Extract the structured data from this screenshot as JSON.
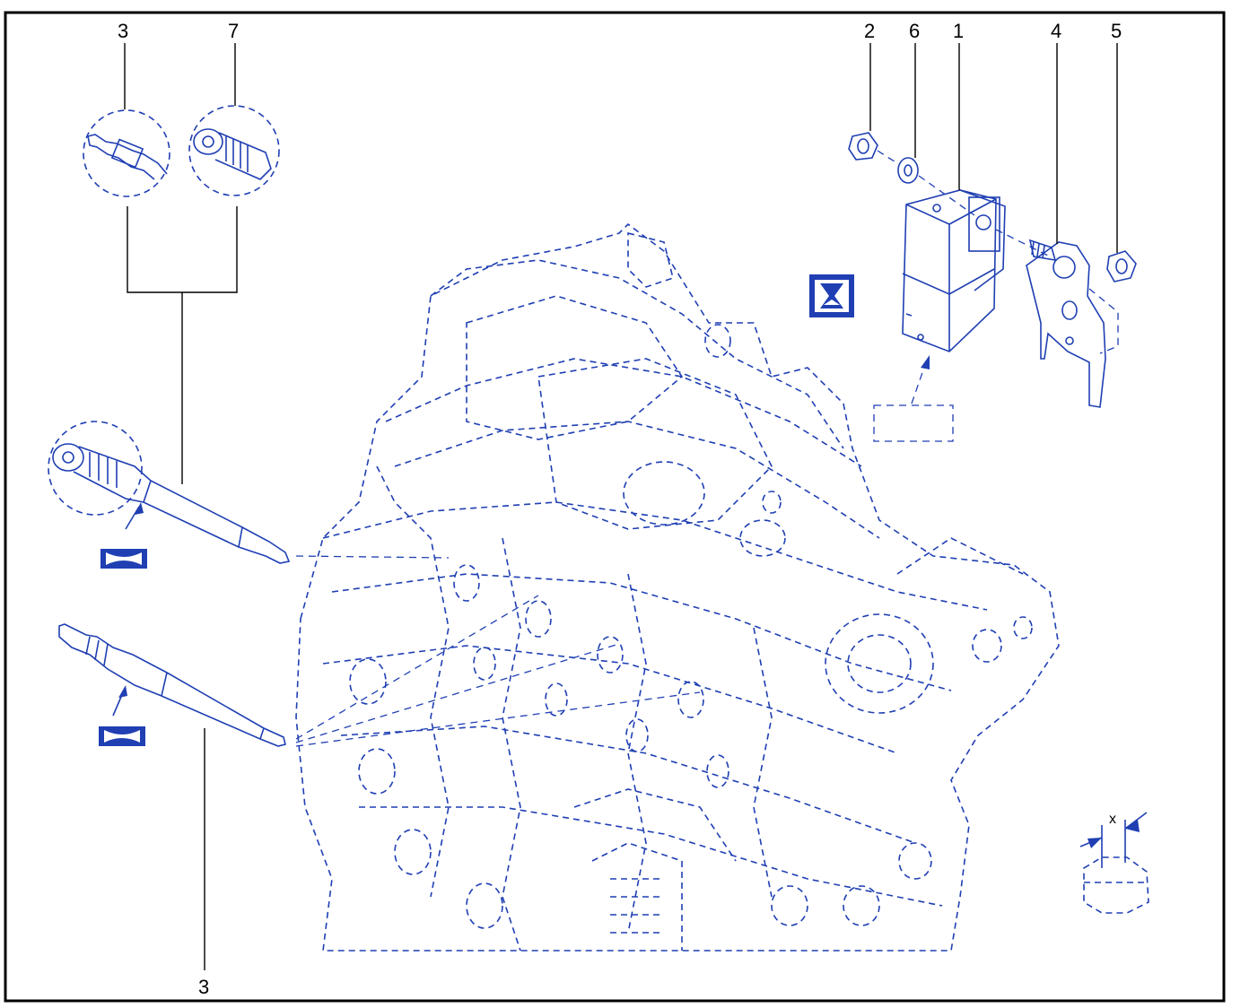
{
  "figure": {
    "callouts": {
      "c3_top": "3",
      "c7_top": "7",
      "c2": "2",
      "c6": "6",
      "c1": "1",
      "c4": "4",
      "c5": "5",
      "c3_bottom": "3"
    },
    "clearance_label": "x",
    "icons": {
      "timer": "hourglass-icon",
      "gasket_symbol": "sealant-frame-icon"
    },
    "colors": {
      "line": "#1f3fb3",
      "frame": "#000000"
    }
  }
}
